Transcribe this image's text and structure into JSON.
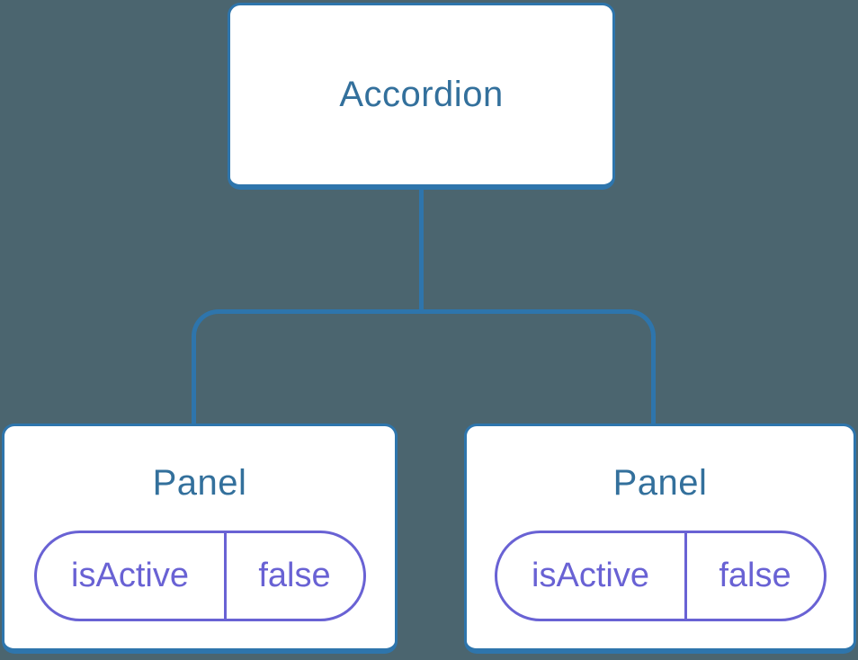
{
  "diagram": {
    "kind": "component-tree",
    "root": {
      "label": "Accordion"
    },
    "panels": [
      {
        "title": "Panel",
        "state": {
          "name": "isActive",
          "value": "false"
        }
      },
      {
        "title": "Panel",
        "state": {
          "name": "isActive",
          "value": "false"
        }
      }
    ]
  },
  "colors": {
    "background": "#4b656f",
    "connector": "#2e75ac",
    "node_border": "#2e75ac",
    "node_fill": "#ffffff",
    "node_title_text": "#33709c",
    "state_pill": "#6962d4"
  }
}
